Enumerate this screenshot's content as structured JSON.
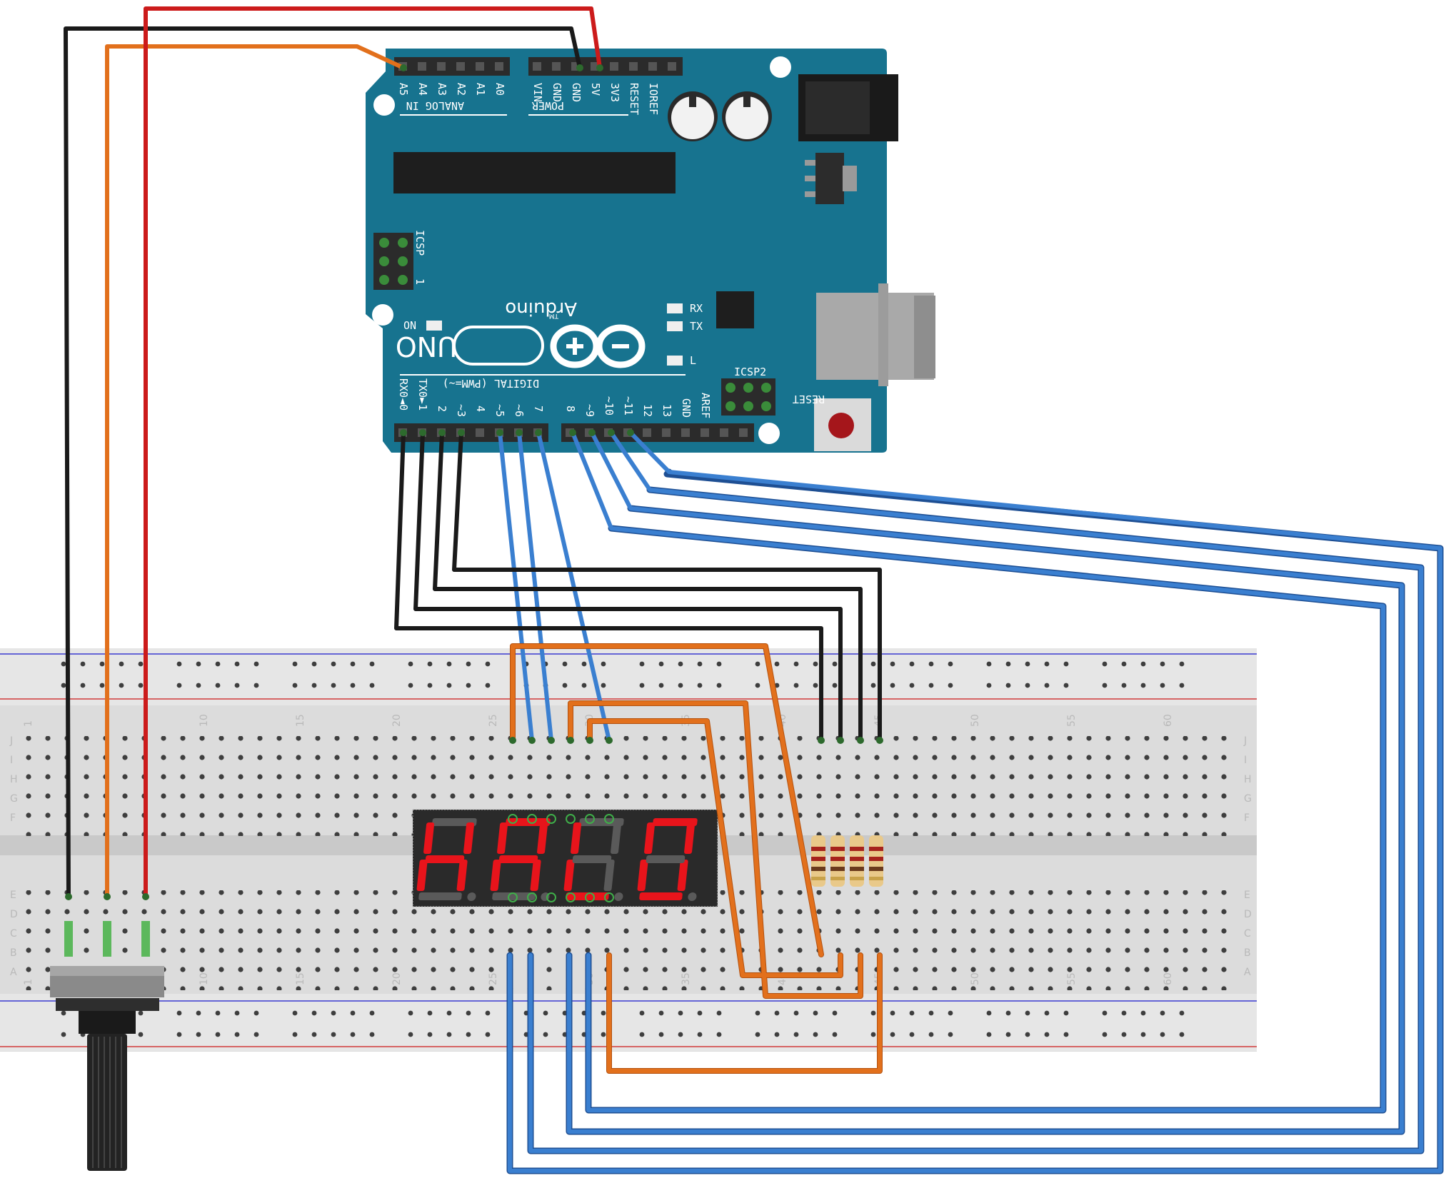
{
  "diagram": {
    "board": {
      "brand": "Arduino",
      "tm": "TM",
      "model": "UNO",
      "analog_label": "ANALOG IN",
      "power_label": "POWER",
      "digital_label": "DIGITAL (PWM=~)",
      "icsp_label": "ICSP",
      "icsp2_label": "ICSP2",
      "icsp_pin1": "1",
      "on_label": "ON",
      "reset_label": "RESET",
      "rx_label": "RX",
      "tx_label": "TX",
      "l_label": "L",
      "analog_pins": [
        "A5",
        "A4",
        "A3",
        "A2",
        "A1",
        "A0"
      ],
      "power_pins": [
        "VIN",
        "GND",
        "GND",
        "5V",
        "3V3",
        "RESET",
        "IOREF"
      ],
      "digital_pins": [
        "RX0◄0",
        "TX0►1",
        "2",
        "~3",
        "4",
        "~5",
        "~6",
        "7",
        "8",
        "~9",
        "~10",
        "~11",
        "12",
        "13",
        "GND",
        "AREF"
      ]
    },
    "display": {
      "digits": [
        "H",
        "A",
        "L",
        "O"
      ]
    },
    "breadboard": {
      "column_numbers": [
        "1",
        "10",
        "15",
        "20",
        "25",
        "30",
        "35",
        "40",
        "45",
        "50",
        "55",
        "60"
      ],
      "row_letters_top": [
        "J",
        "I",
        "H",
        "G",
        "F"
      ],
      "row_letters_bottom": [
        "E",
        "D",
        "C",
        "B",
        "A"
      ]
    },
    "colors": {
      "board": "#17738f",
      "wire_black": "#1a1a1a",
      "wire_red": "#cc1b1b",
      "wire_orange": "#e2701c",
      "wire_blue": "#3a7fd0",
      "segment_on": "#e8141b",
      "segment_off": "#5a5a5a"
    }
  }
}
